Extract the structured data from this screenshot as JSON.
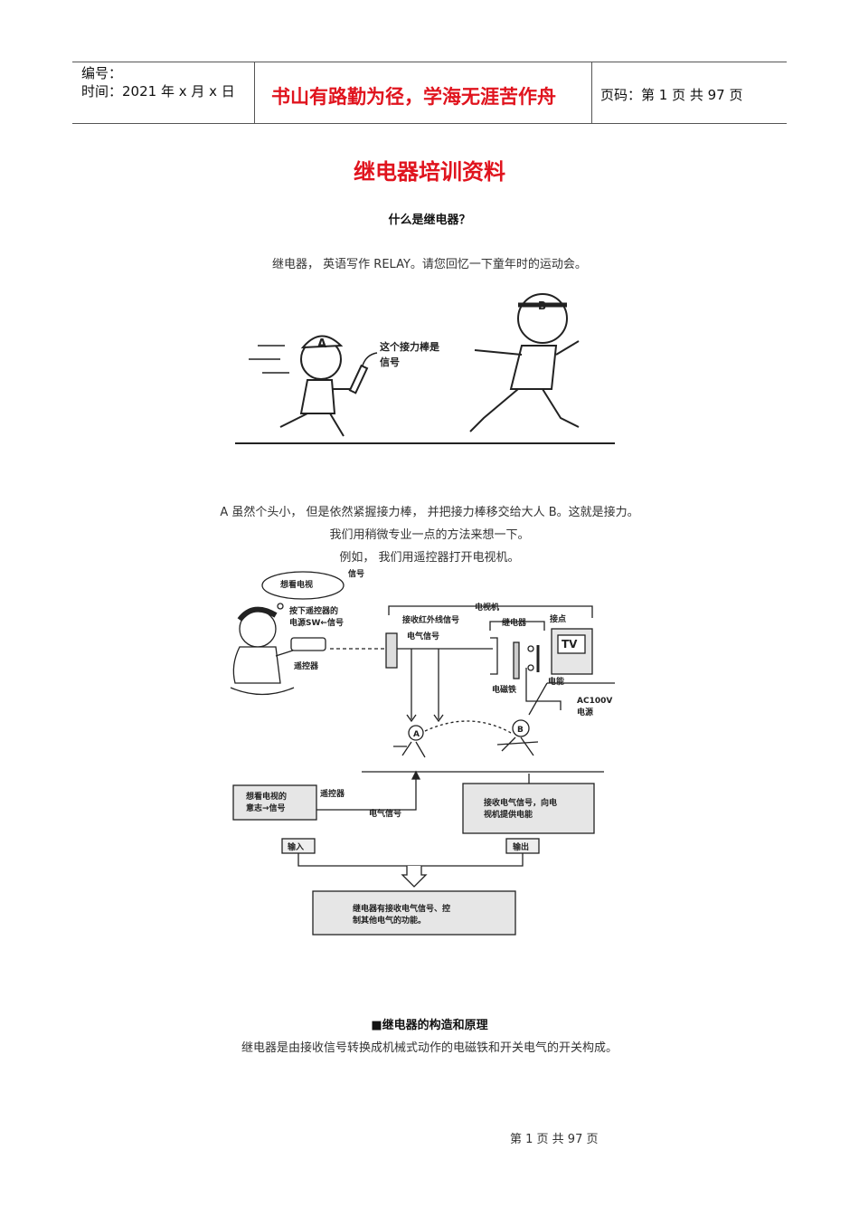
{
  "header": {
    "number_label": "编号：",
    "date_label": "时间：2021 年 x 月 x 日",
    "motto": "书山有路勤为径，学海无涯苦作舟",
    "page_info": "页码：第 1 页  共 97 页"
  },
  "title": "继电器培训资料",
  "subtitle": "什么是继电器？",
  "intro": "继电器，  英语写作 RELAY。请您回忆一下童年时的运动会。",
  "figure1": {
    "runner_a": "A",
    "runner_b": "B",
    "caption_line1": "这个接力棒是",
    "caption_line2": "信号"
  },
  "paragraph": [
    "A 虽然个头小，  但是依然紧握接力棒，  并把接力棒移交给大人 B。这就是接力。",
    "我们用稍微专业一点的方法来想一下。",
    "例如，  我们用遥控器打开电视机。"
  ],
  "figure2": {
    "thought": "想看电视",
    "signal_vertical": "信号",
    "press_line1": "按下遥控器的",
    "press_line2": "电源SW←信号",
    "remote": "遥控器",
    "tv_set": "电视机",
    "ir_receive": "接收红外线信号",
    "electric_signal": "电气信号",
    "relay": "继电器",
    "contact": "接点",
    "tv": "TV",
    "energy": "电能",
    "magnet": "电磁铁",
    "ac": "AC100V",
    "power": "电源",
    "a": "A",
    "b": "B",
    "box_intent_line1": "想看电视的",
    "box_intent_line2": "意志→信号",
    "remote2": "遥控器",
    "electric_signal2": "电气信号",
    "box_receive_line1": "接收电气信号，向电",
    "box_receive_line2": "视机提供电能",
    "input": "输入",
    "output": "输出",
    "box_relay_line1": "继电器有接收电气信号、控",
    "box_relay_line2": "制其他电气的功能。"
  },
  "section_heading": "■继电器的构造和原理",
  "section_text": "继电器是由接收信号转换成机械式动作的电磁铁和开关电气的开关构成。",
  "footer": "第  1  页  共  97  页"
}
